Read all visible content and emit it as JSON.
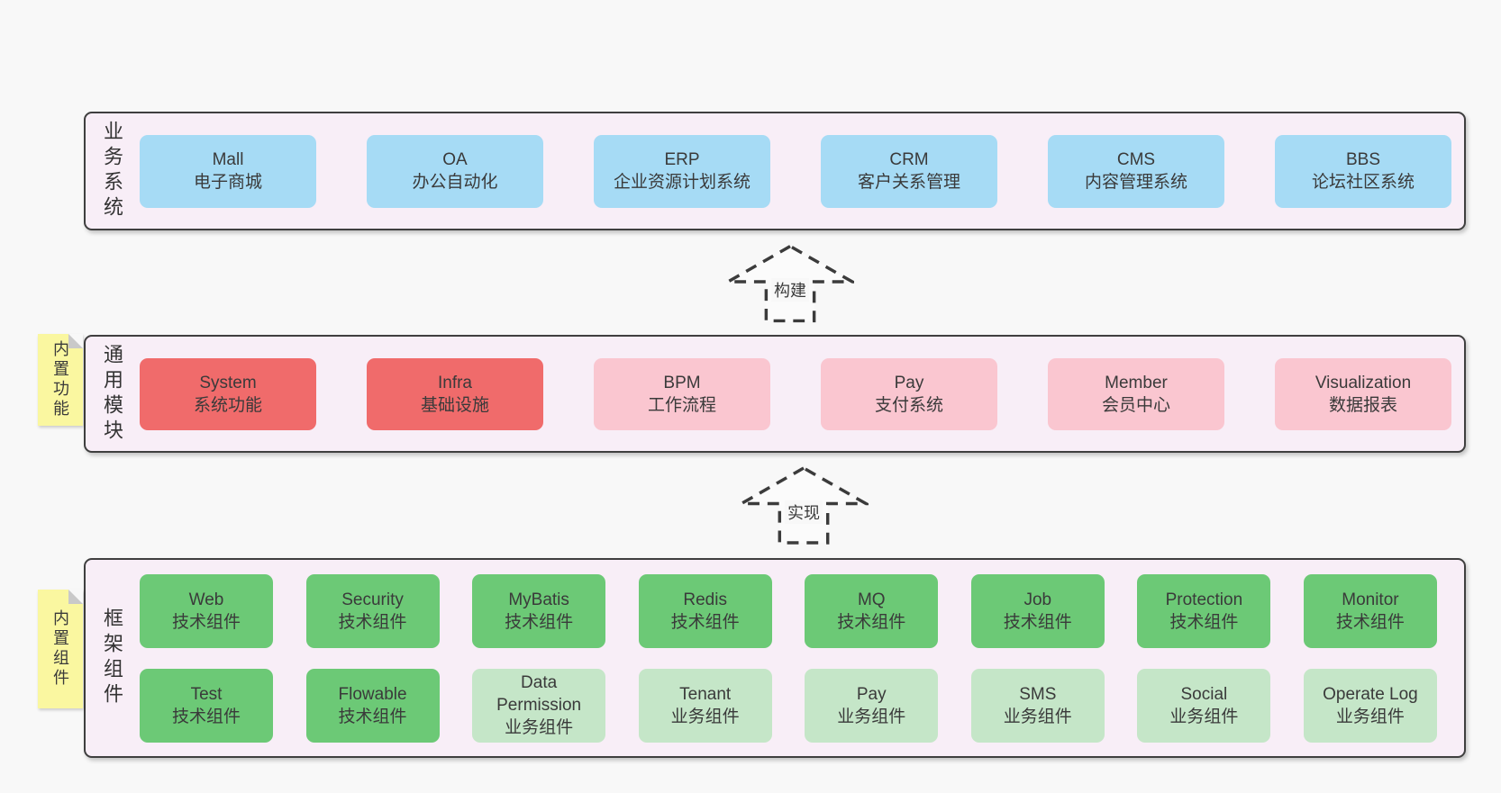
{
  "colors": {
    "page_bg": "#f8f8f8",
    "section_bg": "#f8eef7",
    "section_border": "#3f3f3f",
    "blue_box": "#a6dbf5",
    "red_box": "#f06b6b",
    "pink_box": "#fac6d0",
    "green_box": "#6cc976",
    "light_green_box": "#c5e6c8",
    "sticky_bg": "#faf7a0",
    "sticky_fold": "#c9c9c9",
    "text": "#3a3a3a"
  },
  "sections": {
    "business": {
      "label": "业务系统",
      "boxes": [
        {
          "name": "Mall",
          "desc": "电子商城",
          "type": "blue"
        },
        {
          "name": "OA",
          "desc": "办公自动化",
          "type": "blue"
        },
        {
          "name": "ERP",
          "desc": "企业资源计划系统",
          "type": "blue"
        },
        {
          "name": "CRM",
          "desc": "客户关系管理",
          "type": "blue"
        },
        {
          "name": "CMS",
          "desc": "内容管理系统",
          "type": "blue"
        },
        {
          "name": "BBS",
          "desc": "论坛社区系统",
          "type": "blue"
        }
      ]
    },
    "modules": {
      "label": "通用模块",
      "sticky": "内置功能",
      "boxes": [
        {
          "name": "System",
          "desc": "系统功能",
          "type": "red"
        },
        {
          "name": "Infra",
          "desc": "基础设施",
          "type": "red"
        },
        {
          "name": "BPM",
          "desc": "工作流程",
          "type": "pink"
        },
        {
          "name": "Pay",
          "desc": "支付系统",
          "type": "pink"
        },
        {
          "name": "Member",
          "desc": "会员中心",
          "type": "pink"
        },
        {
          "name": "Visualization",
          "desc": "数据报表",
          "type": "pink"
        }
      ]
    },
    "components": {
      "label": "框架组件",
      "sticky": "内置组件",
      "rows": [
        [
          {
            "name": "Web",
            "desc": "技术组件",
            "type": "green"
          },
          {
            "name": "Security",
            "desc": "技术组件",
            "type": "green"
          },
          {
            "name": "MyBatis",
            "desc": "技术组件",
            "type": "green"
          },
          {
            "name": "Redis",
            "desc": "技术组件",
            "type": "green"
          },
          {
            "name": "MQ",
            "desc": "技术组件",
            "type": "green"
          },
          {
            "name": "Job",
            "desc": "技术组件",
            "type": "green"
          },
          {
            "name": "Protection",
            "desc": "技术组件",
            "type": "green"
          },
          {
            "name": "Monitor",
            "desc": "技术组件",
            "type": "green"
          }
        ],
        [
          {
            "name": "Test",
            "desc": "技术组件",
            "type": "green"
          },
          {
            "name": "Flowable",
            "desc": "技术组件",
            "type": "green"
          },
          {
            "name": "Data Permission",
            "desc": "业务组件",
            "type": "light-green"
          },
          {
            "name": "Tenant",
            "desc": "业务组件",
            "type": "light-green"
          },
          {
            "name": "Pay",
            "desc": "业务组件",
            "type": "light-green"
          },
          {
            "name": "SMS",
            "desc": "业务组件",
            "type": "light-green"
          },
          {
            "name": "Social",
            "desc": "业务组件",
            "type": "light-green"
          },
          {
            "name": "Operate Log",
            "desc": "业务组件",
            "type": "light-green"
          }
        ]
      ]
    }
  },
  "arrows": [
    {
      "label": "构建"
    },
    {
      "label": "实现"
    }
  ]
}
